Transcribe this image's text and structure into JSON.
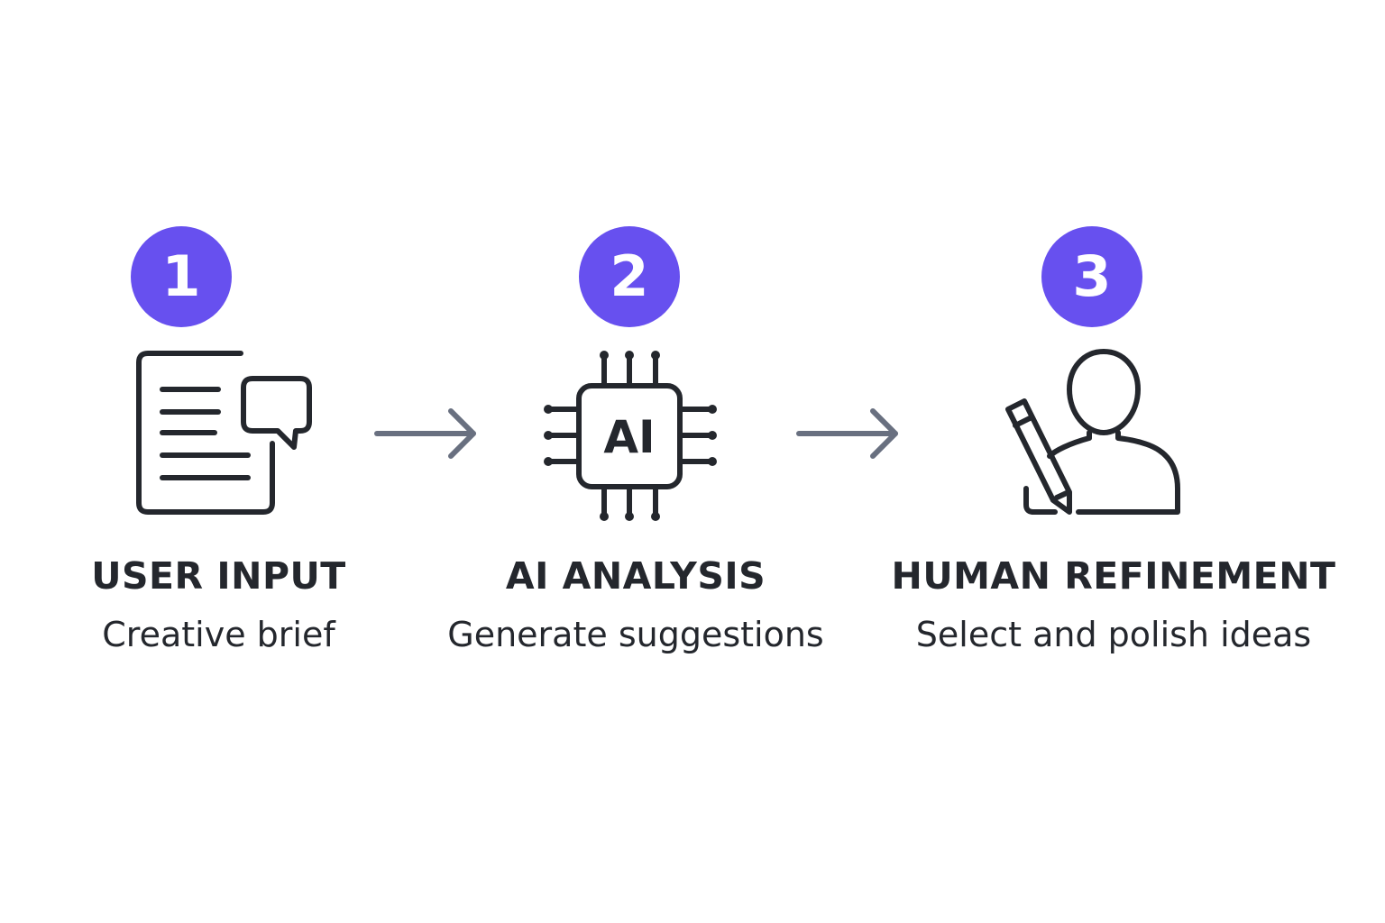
{
  "colors": {
    "accent": "#6750ef",
    "icon_stroke": "#24272d",
    "arrow": "#697080",
    "text": "#24272d",
    "background": "#ffffff"
  },
  "steps": [
    {
      "number": "1",
      "icon": "document-chat-icon",
      "title": "USER INPUT",
      "subtitle": "Creative brief"
    },
    {
      "number": "2",
      "icon": "ai-chip-icon",
      "icon_text": "AI",
      "title": "AI ANALYSIS",
      "subtitle": "Generate suggestions"
    },
    {
      "number": "3",
      "icon": "person-pencil-icon",
      "title": "HUMAN REFINEMENT",
      "subtitle": "Select and polish ideas"
    }
  ],
  "connectors": [
    {
      "icon": "arrow-right-icon",
      "from": "1",
      "to": "2"
    },
    {
      "icon": "arrow-right-icon",
      "from": "2",
      "to": "3"
    }
  ]
}
